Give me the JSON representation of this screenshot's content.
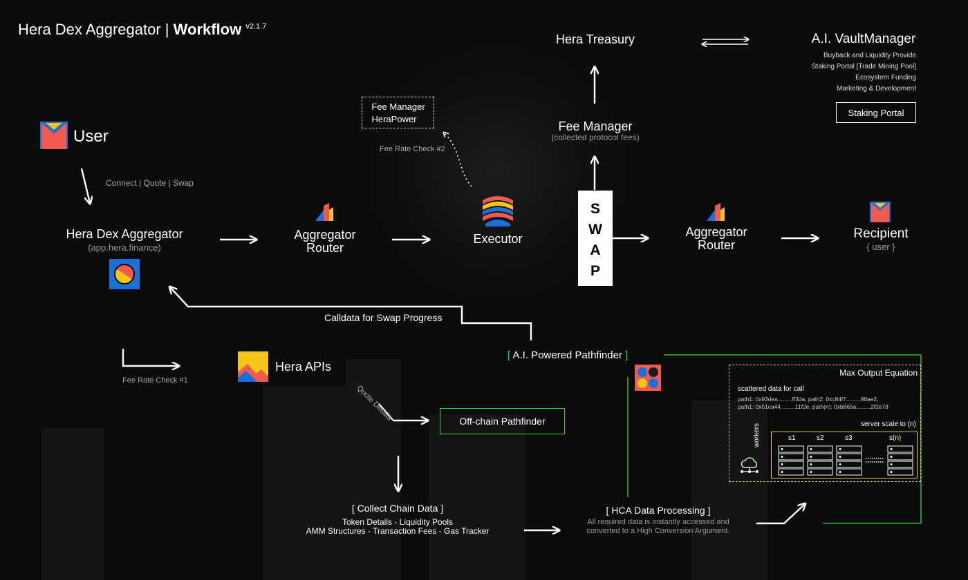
{
  "title": {
    "prefix": "Hera Dex Aggregator",
    "separator": "|",
    "bold": "Workflow",
    "version": "v2.1.7"
  },
  "user": {
    "label": "User",
    "flow_label": "Connect | Quote | Swap"
  },
  "aggregator": {
    "label": "Hera Dex Aggregator",
    "url": "(app.hera.finance)"
  },
  "router_left": {
    "line1": "Aggregator",
    "line2": "Router"
  },
  "executor": {
    "label": "Executor"
  },
  "fee_manager_box": {
    "line1": "Fee Manager",
    "line2": "HeraPower",
    "check_label": "Fee Rate Check #2"
  },
  "swap": {
    "letters": [
      "S",
      "W",
      "A",
      "P"
    ]
  },
  "fee_manager": {
    "label": "Fee Manager",
    "sub": "(collected protocol fees)"
  },
  "treasury": {
    "label": "Hera Treasury"
  },
  "vault": {
    "label": "A.I. VaultManager",
    "items": [
      "Buyback and Liquidity Provide",
      "Staking Portal [Trade Mining Pool]",
      "Ecosystem Funding",
      "Marketing & Development"
    ],
    "button": "Staking Portal"
  },
  "router_right": {
    "line1": "Aggregator",
    "line2": "Router"
  },
  "recipient": {
    "label": "Recipient",
    "sub": "{ user }"
  },
  "calldata": {
    "label": "Calldata for Swap Progress"
  },
  "fee_check1": {
    "label": "Fee Rate Check #1"
  },
  "apis": {
    "label": "Hera APIs",
    "quote_label": "Quote Details"
  },
  "pathfinder": {
    "label": "[ A.I. Powered Pathfinder ]"
  },
  "offchain": {
    "label": "Off-chain Pathfinder"
  },
  "collect": {
    "title": "[ Collect Chain Data ]",
    "line1": "Token Details  -  Liquidity Pools",
    "line2": "AMM Structures   -   Transaction Fees  -  Gas Tracker"
  },
  "hca": {
    "title": "[ HCA Data Processing ]",
    "line1": "All required data is instantly accessed and",
    "line2": "converted to a High Conversion Argument."
  },
  "max_output": {
    "title": "Max Output Equation",
    "scattered": "scattered data for call",
    "row1": "path1: 0x93dea.........ff3da,   path2: 0xc84f7.........88ae2,",
    "row2": "path1: 0x51ca44.........11f2e,   path(n): 0xb665a.........2f2e78",
    "scale": "server scale to (n)",
    "workers": "workers",
    "servers": [
      "s1",
      "s2",
      "s3",
      "s(n)"
    ]
  },
  "colors": {
    "accent_green": "#33dd33",
    "dashed_yellow": "#e8d24a",
    "logo_red": "#f05a4f",
    "logo_blue": "#1d6fd8",
    "logo_yellow": "#f5c518"
  }
}
